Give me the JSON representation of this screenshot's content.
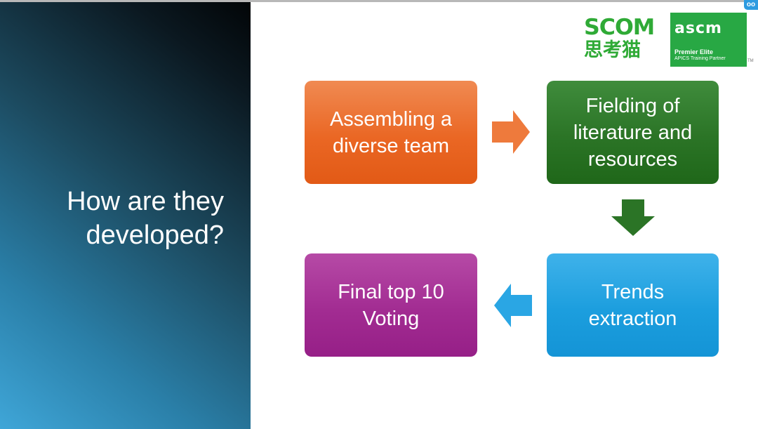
{
  "slide": {
    "title_lines": [
      "How are they",
      "developed?"
    ]
  },
  "corner_badge": "oo",
  "logos": {
    "scom_text": "SCOM",
    "scom_cn": "思考猫",
    "ascm_text": "ascm",
    "ascm_line1": "Premier Elite",
    "ascm_line2": "APICS Training Partner",
    "tm": "TM"
  },
  "flow": {
    "steps": [
      {
        "lines": [
          "Assembling a",
          "diverse team"
        ],
        "color": "#ea6724"
      },
      {
        "lines": [
          "Fielding of",
          "literature and",
          "resources"
        ],
        "color": "#2b7426"
      },
      {
        "lines": [
          "Trends",
          "extraction"
        ],
        "color": "#1c9ede"
      },
      {
        "lines": [
          "Final top 10",
          "Voting"
        ],
        "color": "#a22c92"
      }
    ]
  },
  "colors": {
    "arrow_orange": "#ee7a3c",
    "arrow_green": "#2b7426",
    "arrow_blue": "#2aa6e4",
    "logo_green": "#2faa36"
  }
}
